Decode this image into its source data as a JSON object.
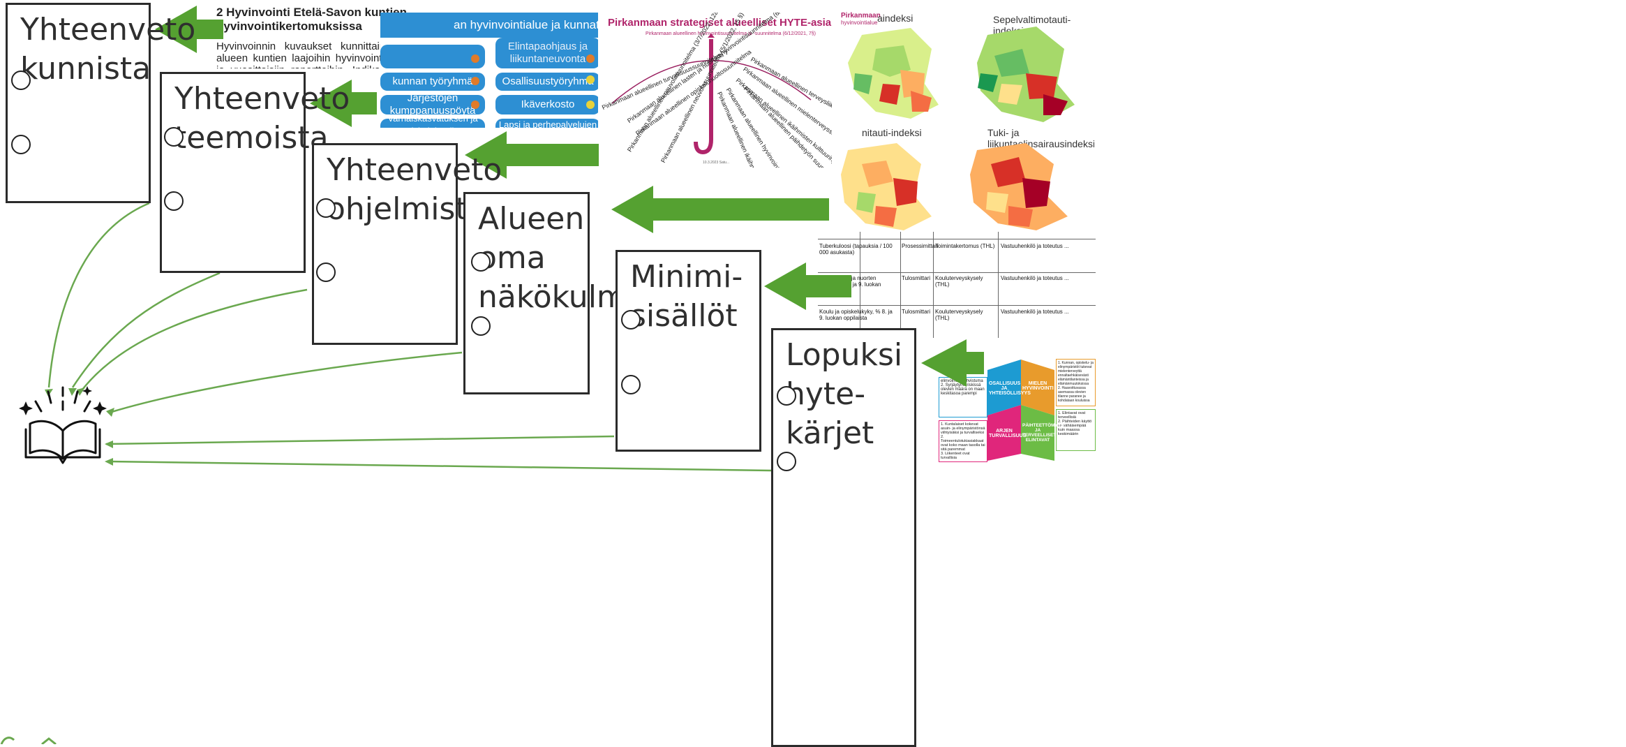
{
  "cards": [
    {
      "id": "kunnista",
      "title": "Yhteenveto\nkunnista"
    },
    {
      "id": "teemoista",
      "title": "Yhteenveto\nteemoista"
    },
    {
      "id": "ohjelmista",
      "title": "Yhteenveto\nohjelmista"
    },
    {
      "id": "nakokulma",
      "title": "Alueen oma\nnäkökulma"
    },
    {
      "id": "minimi",
      "title": "Minimi-\nsisällöt"
    },
    {
      "id": "lopuksi",
      "title": "Lopuksi\nhyte-kärjet"
    }
  ],
  "doc": {
    "heading": "2  Hyvinvointi Etelä-Savon kuntien hyvinvointikertomuksissa",
    "body": "Hyvinvoinnin kuvaukset kunnittain perustuvat alueen kuntien laajoihin hyvinvointikertomuksiin ja vuosittaisiin raportteihin. Indikaattoritvertailut on muodostettu hyvinvointikertomustyövälineen avulla ja kuvattu tarkemmin liitteessä 1. Alueellisen hyvinvointikertomuksen laadinnassa on otettu huomioon vuoden 2021 alussa toteutuneet alueelliset muutokset Joroisten kunnan siirryttyä Pohjois-Savon ja Heinäveden kunnan siirryttyä Pohjois-Karjalan hyvinvointialueiden piiriin."
  },
  "org": {
    "header": "an hyvinvointialue ja kunnat / maaku",
    "buttons": [
      "Elintapaohjaus ja liikuntaneuvonta",
      "kunnan työryhmä",
      "Osallisuustyöryhmä",
      "Järjestöjen kumppanuuspöytä",
      "Ikäverkosto",
      "Varhaiskasvatuksen ja opiskeluhuollon työryhmät",
      "Lapsi ja perhepalvelujen työryhmä"
    ]
  },
  "umbrella": {
    "title": "Pirkanmaan strategiset alueelliset HYTE-asiakirjat",
    "subtitle": "Pirkanmaan alueellinen hyvinvointisuunnitelma ja -suunnitelma (6/12/2021, 7§)",
    "ribs": [
      "Pirkanmaan alueellinen turvallisuussuunnitelma ?",
      "Pirkanmaan alueellinen lasten ja nuorten hyvinvointisuunnitelma (6/10/2022, 12 §)",
      "Pirkanmaan alueellinen opiskeluhuoltosuunnitelma",
      "Pirkanmaan alueellinen neuvolasuunnitelma (3/7/2022, 12a §)",
      "Pirkanmaan alueellinen neuvolasuunnitelma (5/1/2022, 15 §)",
      "Pirkanmaan alueellinen terveysliikuntasuunnitelma",
      "Pirkanmaan alueellinen mielenterveyssuunnitelma",
      "Pirkanmaan alueellinen ikäihmisten kulttuurihyvinvointisuunnitelma",
      "Pirkanmaan alueellinen hyvinvointisuunnitelma (8/2/2022, 5 §)",
      "Pirkanmaan alueellinen päihdetyön suunnitelma",
      "Pirkanmaan alueellinen ikäihmisten suunnitelma"
    ],
    "footer": "10.3.2023 Satu..."
  },
  "maps": {
    "logo_line1": "Pirkanmaan",
    "logo_line2": "hyvinvointialue",
    "labels": [
      "aindeksi",
      "Sepelvaltimotauti-indeksi",
      "nitauti-indeksi",
      "Tuki- ja liikuntaelinsairausindeksi"
    ]
  },
  "table": {
    "rows": [
      {
        "c1": "Tuberkuloosi (tapauksia / 100 000 asukasta)",
        "c2": "Prosessimittari",
        "c3": "Toimintakertomus (THL)",
        "c4": "Vastuuhenkilö ja toteutus ..."
      },
      {
        "c1": "Koululaisten ja nuorten liikunta, % 8. ja 9. luokan oppilaista",
        "c2": "Tulosmittari",
        "c3": "Kouluterveyskysely (THL)",
        "c4": "Vastuuhenkilö ja toteutus ..."
      },
      {
        "c1": "Koulu ja opiskelukyky, % 8. ja 9. luokan oppilaista",
        "c2": "Tulosmittari",
        "c3": "Kouluterveyskysely (THL)",
        "c4": "Vastuuhenkilö ja toteutus ..."
      }
    ]
  },
  "hyte": {
    "hexes": [
      {
        "label": "OSALLISUUS JA YHTEISÖLLISYYS",
        "color": "#1d9bd2"
      },
      {
        "label": "MIELEN HYVINVOINTI",
        "color": "#e89b2c"
      },
      {
        "label": "ARJEN TURVALLISUUS",
        "color": "#e0267b"
      },
      {
        "label": "PÄIHTEETTÖMYYS JA TERVEELLISET ELINTAVAT",
        "color": "#6cbc45"
      }
    ],
    "left_notes": [
      "elinvoiman vahvistuma",
      "2. Syrjäytymisriskissä olevien määrä on maan keskitasoa parempi",
      "1. Kuntalaiset kokevat asuin- ja elinympäristönsä viihtyisäksi ja turvalliseksi",
      "2. Toimeentulotukiasiakkaat ovat koko maan tasolla tai sitä paremmat",
      "3. Liikenteet ovat turvallisia"
    ],
    "right_notes": [
      "1. Kunnan, opiskelu- ja elinympäristöt tukevat mielenterveyttä ennaltaehkäisevästi elämäntilanteissa ja elämänmuutoksissa",
      "2. Haavoittuvassa asemassa olevien tilanne paranee ja kohdataan kouluissa",
      "1. Elintavat ovat terveellisiä",
      "2. Päihteiden käyttö on vähäisempää kuin maassa keskimäärin"
    ]
  },
  "colors": {
    "arrow": "#55a131",
    "connector": "#6aa84f",
    "card_border": "#2b2b2b"
  }
}
